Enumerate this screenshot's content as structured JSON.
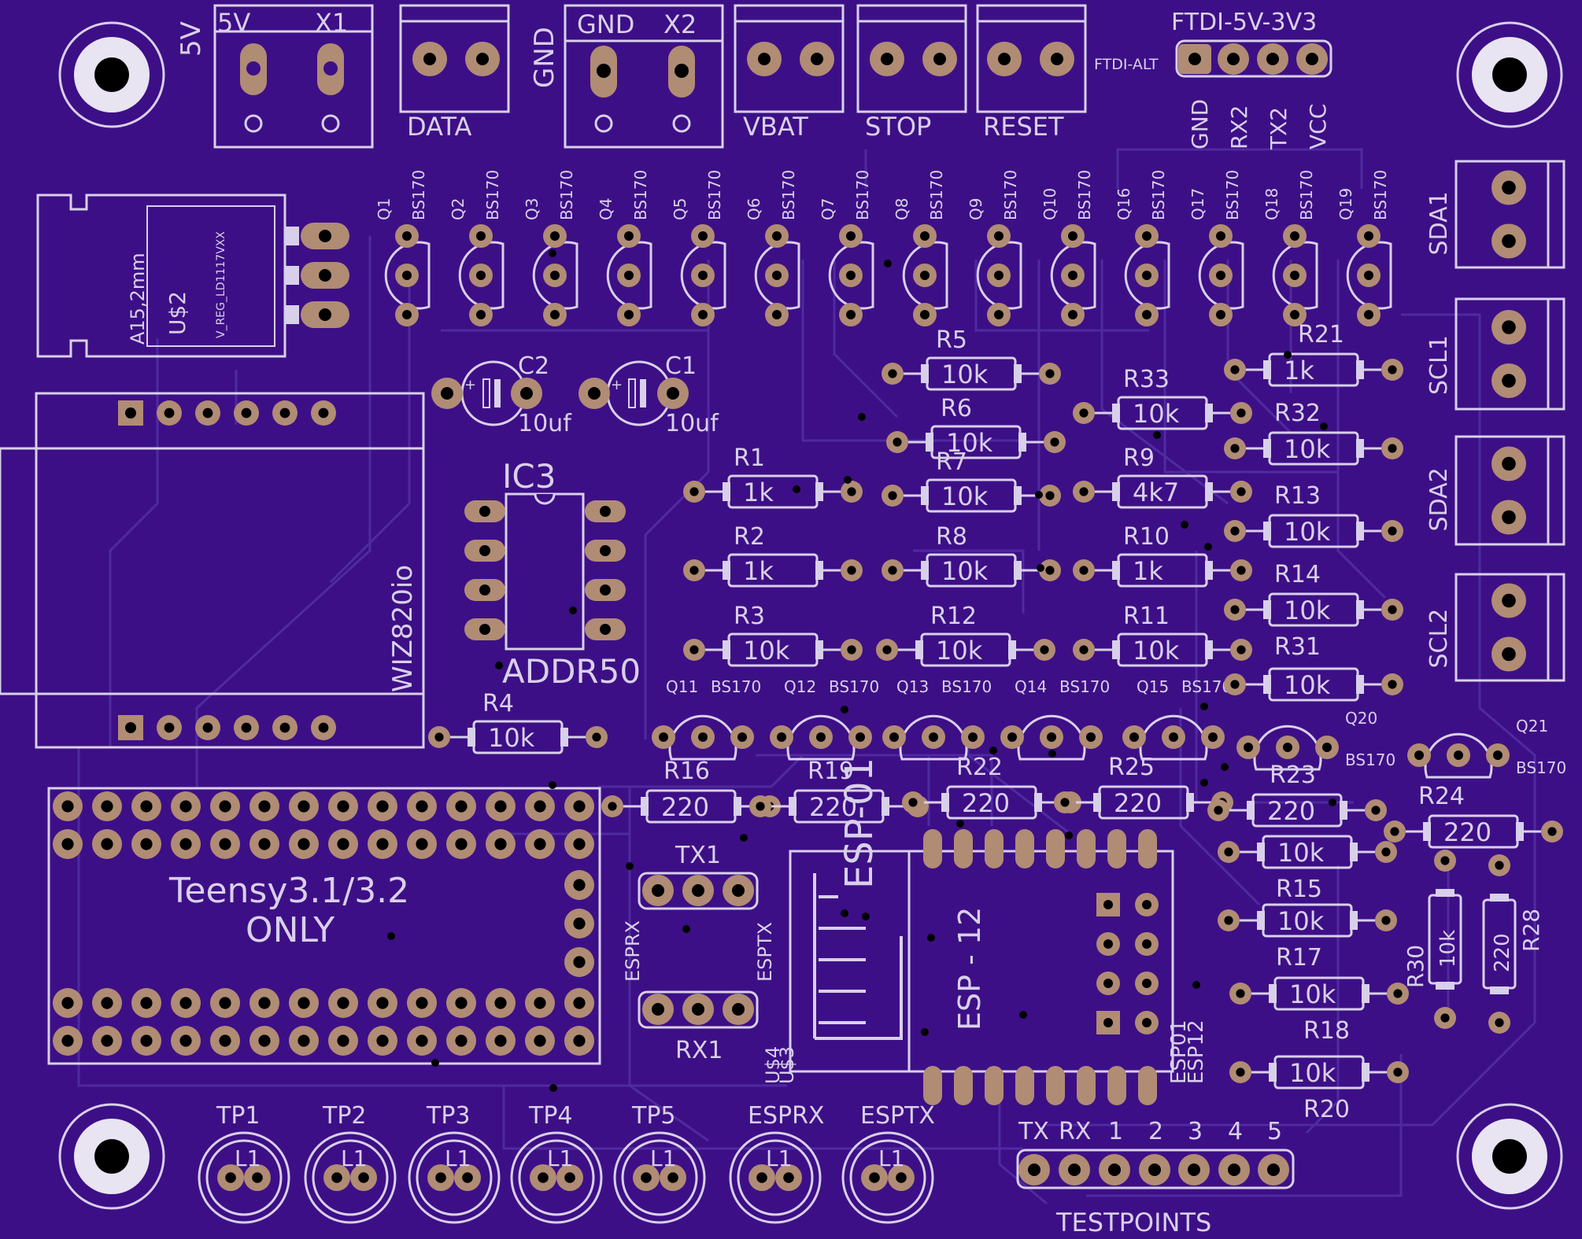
{
  "board": {
    "bg": "#3d0f86",
    "silk": "#d8d0ea",
    "pad": "#b08c74",
    "trace": "#4f2aa0"
  },
  "terminals": [
    {
      "id": "t-5v",
      "labels": [
        "5V",
        "X1"
      ],
      "side": "5V",
      "style": "oval"
    },
    {
      "id": "t-data",
      "labels": [
        "DATA"
      ],
      "style": "round"
    },
    {
      "id": "t-gnd",
      "labels": [
        "GND",
        "X2"
      ],
      "side": "GND",
      "style": "oval"
    },
    {
      "id": "t-vbat",
      "labels": [
        "VBAT"
      ],
      "style": "round"
    },
    {
      "id": "t-stop",
      "labels": [
        "STOP"
      ],
      "style": "round"
    },
    {
      "id": "t-reset",
      "labels": [
        "RESET"
      ],
      "style": "round"
    }
  ],
  "ftdi": {
    "title": "FTDI-5V-3V3",
    "alt": "FTDI-ALT",
    "pins": [
      "GND",
      "RX2",
      "TX2",
      "VCC"
    ]
  },
  "right_terminals": [
    "SDA1",
    "SCL1",
    "SDA2",
    "SCL2"
  ],
  "top_transistors": [
    {
      "ref": "Q1",
      "part": "BS170"
    },
    {
      "ref": "Q2",
      "part": "BS170"
    },
    {
      "ref": "Q3",
      "part": "BS170"
    },
    {
      "ref": "Q4",
      "part": "BS170"
    },
    {
      "ref": "Q5",
      "part": "BS170"
    },
    {
      "ref": "Q6",
      "part": "BS170"
    },
    {
      "ref": "Q7",
      "part": "BS170"
    },
    {
      "ref": "Q8",
      "part": "BS170"
    },
    {
      "ref": "Q9",
      "part": "BS170"
    },
    {
      "ref": "Q10",
      "part": "BS170"
    },
    {
      "ref": "Q16",
      "part": "BS170"
    },
    {
      "ref": "Q17",
      "part": "BS170"
    },
    {
      "ref": "Q18",
      "part": "BS170"
    },
    {
      "ref": "Q19",
      "part": "BS170"
    }
  ],
  "mid_transistors": [
    {
      "ref": "Q11",
      "part": "BS170"
    },
    {
      "ref": "Q12",
      "part": "BS170"
    },
    {
      "ref": "Q13",
      "part": "BS170"
    },
    {
      "ref": "Q14",
      "part": "BS170"
    },
    {
      "ref": "Q15",
      "part": "BS170"
    },
    {
      "ref": "Q20",
      "part": "BS170"
    },
    {
      "ref": "Q21",
      "part": "BS170"
    }
  ],
  "regulator": {
    "ref": "U$2",
    "dim": "A15,2mm",
    "part": "V_REG_LD1117VXX"
  },
  "caps": [
    {
      "ref": "C2",
      "value": "10uf"
    },
    {
      "ref": "C1",
      "value": "10uf"
    }
  ],
  "ic": {
    "ref": "IC3",
    "value": "ADDR50"
  },
  "wiz": {
    "name": "WIZ820io"
  },
  "teensy": {
    "line1": "Teensy3.1/3.2",
    "line2": "ONLY"
  },
  "resistors": [
    {
      "ref": "R5",
      "value": "10k"
    },
    {
      "ref": "R6",
      "value": "10k"
    },
    {
      "ref": "R7",
      "value": "10k"
    },
    {
      "ref": "R8",
      "value": "10k"
    },
    {
      "ref": "R12",
      "value": "10k"
    },
    {
      "ref": "R1",
      "value": "1k"
    },
    {
      "ref": "R2",
      "value": "1k"
    },
    {
      "ref": "R3",
      "value": "10k"
    },
    {
      "ref": "R33",
      "value": "10k"
    },
    {
      "ref": "R9",
      "value": "4k7"
    },
    {
      "ref": "R10",
      "value": "1k"
    },
    {
      "ref": "R11",
      "value": "10k"
    },
    {
      "ref": "R21",
      "value": "1k"
    },
    {
      "ref": "R32",
      "value": "10k"
    },
    {
      "ref": "R13",
      "value": "10k"
    },
    {
      "ref": "R14",
      "value": "10k"
    },
    {
      "ref": "R31",
      "value": "10k"
    },
    {
      "ref": "R4",
      "value": "10k"
    },
    {
      "ref": "R16",
      "value": "220"
    },
    {
      "ref": "R19",
      "value": "220"
    },
    {
      "ref": "R22",
      "value": "220"
    },
    {
      "ref": "R25",
      "value": "220"
    },
    {
      "ref": "R23",
      "value": "220"
    },
    {
      "ref": "R24",
      "value": "220"
    },
    {
      "ref": "R15",
      "value": "10k"
    },
    {
      "ref": "R17",
      "value": "10k"
    },
    {
      "ref": "R18",
      "value": "10k"
    },
    {
      "ref": "R20",
      "value": "10k"
    },
    {
      "ref": "R30",
      "value": "10k"
    },
    {
      "ref": "R28",
      "value": "220"
    }
  ],
  "headers": {
    "tx1": "TX1",
    "rx1": "RX1",
    "esprx": "ESPRX",
    "esptx": "ESPTX"
  },
  "esp": {
    "esp01": "ESP-01",
    "esp12": "ESP - 12",
    "u4": "U$4",
    "u3": "U$3",
    "side1": "ESP01",
    "side2": "ESP12"
  },
  "testpoints": [
    {
      "name": "TP1",
      "mark": "L1"
    },
    {
      "name": "TP2",
      "mark": "L1"
    },
    {
      "name": "TP3",
      "mark": "L1"
    },
    {
      "name": "TP4",
      "mark": "L1"
    },
    {
      "name": "TP5",
      "mark": "L1"
    },
    {
      "name": "ESPRX",
      "mark": "L1"
    },
    {
      "name": "ESPTX",
      "mark": "L1"
    }
  ],
  "tp_header": {
    "labels": [
      "TX",
      "RX",
      "1",
      "2",
      "3",
      "4",
      "5"
    ],
    "title": "TESTPOINTS"
  }
}
